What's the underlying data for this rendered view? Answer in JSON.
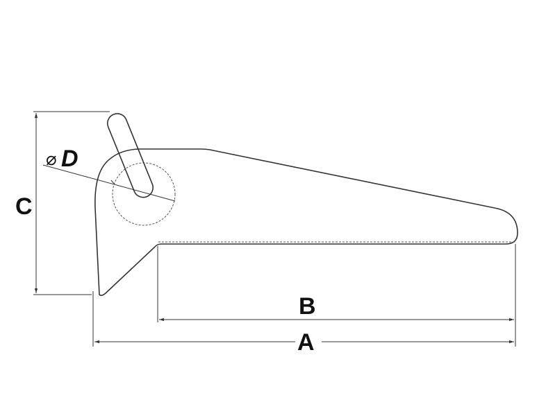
{
  "labels": {
    "a": "A",
    "b": "B",
    "c": "C",
    "d": "D",
    "diameter_symbol": "⌀"
  },
  "colors": {
    "line": "#333333",
    "text": "#111111",
    "background": "#ffffff"
  }
}
